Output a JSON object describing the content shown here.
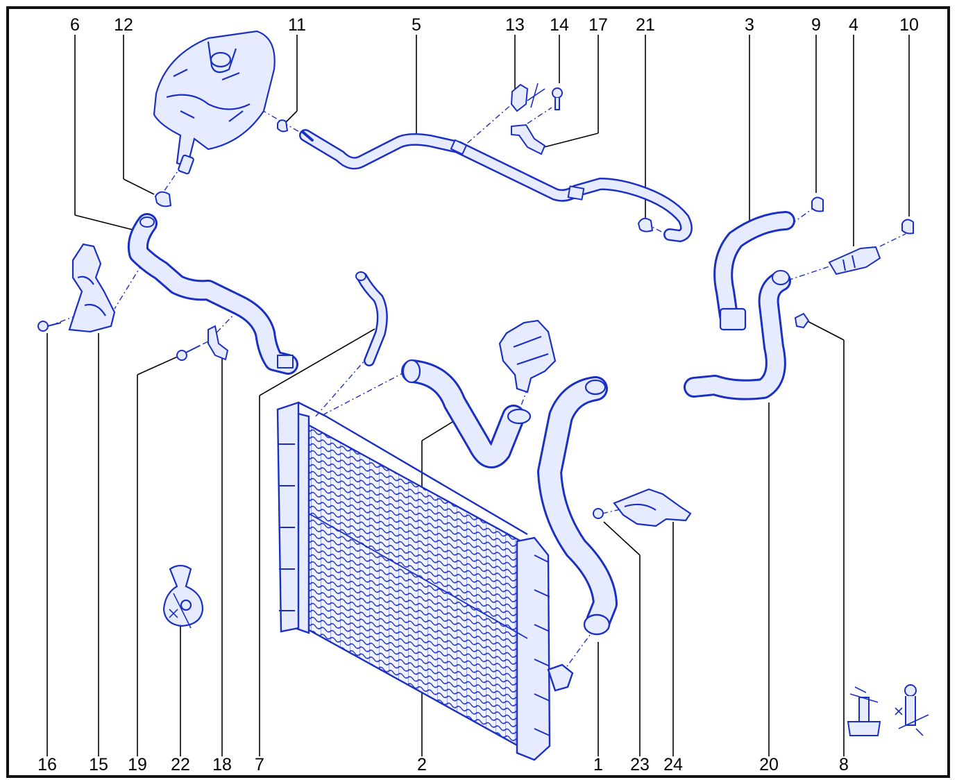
{
  "colors": {
    "line": "#1a2fc4",
    "fill": "#e7ebff",
    "leader": "#000000",
    "frame": "#111111"
  },
  "top_labels": [
    "6",
    "12",
    "11",
    "5",
    "13",
    "14",
    "17",
    "21",
    "3",
    "9",
    "4",
    "10"
  ],
  "bottom_labels": [
    "16",
    "15",
    "19",
    "22",
    "18",
    "7",
    "2",
    "1",
    "23",
    "24",
    "20",
    "8"
  ],
  "parts": [
    {
      "id": "1",
      "name": "lower radiator hose"
    },
    {
      "id": "2",
      "name": "upper radiator hose"
    },
    {
      "id": "3",
      "name": "heater hose"
    },
    {
      "id": "4",
      "name": "hose connector"
    },
    {
      "id": "5",
      "name": "long coolant pipe"
    },
    {
      "id": "6",
      "name": "expansion tank hose"
    },
    {
      "id": "7",
      "name": "bleed hose"
    },
    {
      "id": "8",
      "name": "clip"
    },
    {
      "id": "9",
      "name": "hose clamp"
    },
    {
      "id": "10",
      "name": "hose clamp"
    },
    {
      "id": "11",
      "name": "hose clamp"
    },
    {
      "id": "12",
      "name": "hose clamp"
    },
    {
      "id": "13",
      "name": "bracket"
    },
    {
      "id": "14",
      "name": "bolt"
    },
    {
      "id": "15",
      "name": "tank bracket"
    },
    {
      "id": "16",
      "name": "bolt"
    },
    {
      "id": "17",
      "name": "pipe bracket"
    },
    {
      "id": "18",
      "name": "hose bracket"
    },
    {
      "id": "19",
      "name": "bolt"
    },
    {
      "id": "20",
      "name": "heater return hose"
    },
    {
      "id": "21",
      "name": "hose clamp"
    },
    {
      "id": "22",
      "name": "tie clip"
    },
    {
      "id": "23",
      "name": "nut"
    },
    {
      "id": "24",
      "name": "thermostat housing"
    }
  ]
}
